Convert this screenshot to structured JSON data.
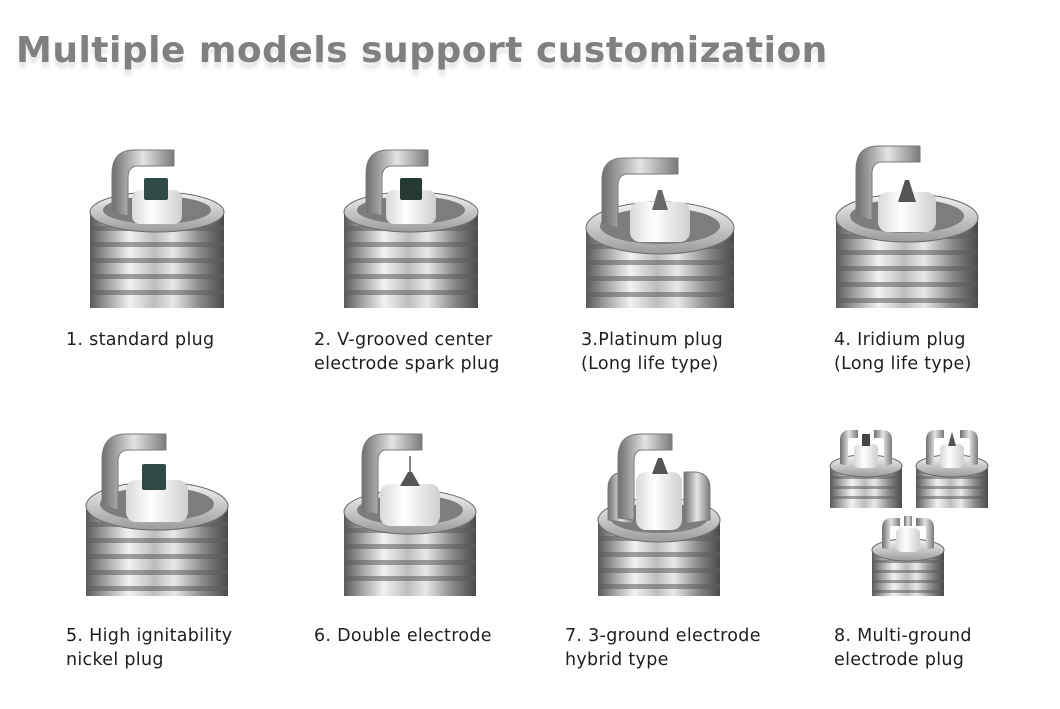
{
  "title": "Multiple models support customization",
  "colors": {
    "title": "#808080",
    "caption": "#1e1e1e",
    "metal_light": "#e6e6e6",
    "metal_dark": "#4a4a4a",
    "insulator": "#f7f7f7",
    "center_electrode": "#2f4a45"
  },
  "items": [
    {
      "line1": "1. standard plug",
      "line2": "",
      "variant": "standard-plug"
    },
    {
      "line1": "2. V-grooved center",
      "line2": "electrode spark plug",
      "variant": "v-grooved-plug"
    },
    {
      "line1": "3.Platinum plug",
      "line2": "(Long life type)",
      "variant": "platinum-plug"
    },
    {
      "line1": "4. Iridium plug",
      "line2": "(Long life type)",
      "variant": "iridium-plug"
    },
    {
      "line1": "5. High ignitability",
      "line2": "nickel plug",
      "variant": "nickel-plug"
    },
    {
      "line1": "6. Double electrode",
      "line2": "",
      "variant": "double-electrode-plug"
    },
    {
      "line1": "7. 3-ground electrode",
      "line2": "hybrid type",
      "variant": "three-ground-plug"
    },
    {
      "line1": "8. Multi-ground",
      "line2": "electrode plug",
      "variant": "multi-ground-plug"
    }
  ]
}
